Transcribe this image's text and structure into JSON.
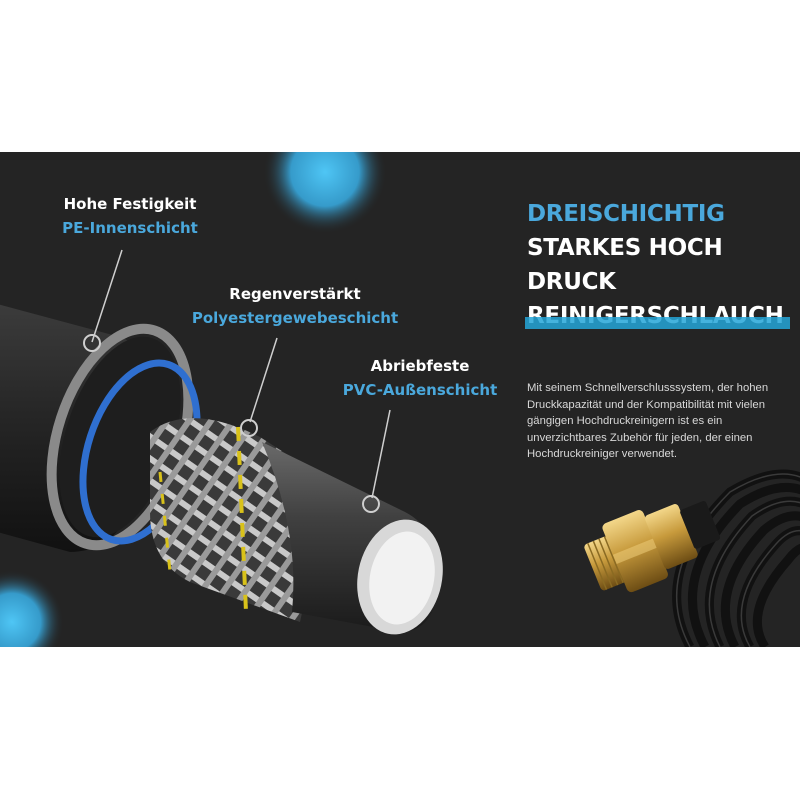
{
  "labels": {
    "inner": {
      "title": "Hohe Festigkeit",
      "subtitle": "PE-Innenschicht"
    },
    "middle": {
      "title": "Regenverstärkt",
      "subtitle": "Polyestergewebeschicht"
    },
    "outer": {
      "title": "Abriebfeste",
      "subtitle": "PVC-Außenschicht"
    }
  },
  "headline": {
    "line1": "DREISCHICHTIG",
    "line2": "STARKES HOCH",
    "line3": "DRUCK",
    "line4": "REINIGERSCHLAUCH"
  },
  "description": "Mit seinem Schnellverschlusssystem, der hohen Druckkapazität und der Kompatibilität mit vielen gängigen Hochdruckreinigern ist es ein unverzichtbares Zubehör für jeden, der einen Hochdruckreiniger verwendet.",
  "colors": {
    "background": "#242424",
    "accent_blue": "#4aa8dc",
    "text_white": "#ffffff",
    "text_body": "#d8d8d8",
    "brass": "#c8a046"
  },
  "icons": [
    "hose-cross-section-illustration",
    "brass-connector-illustration"
  ]
}
